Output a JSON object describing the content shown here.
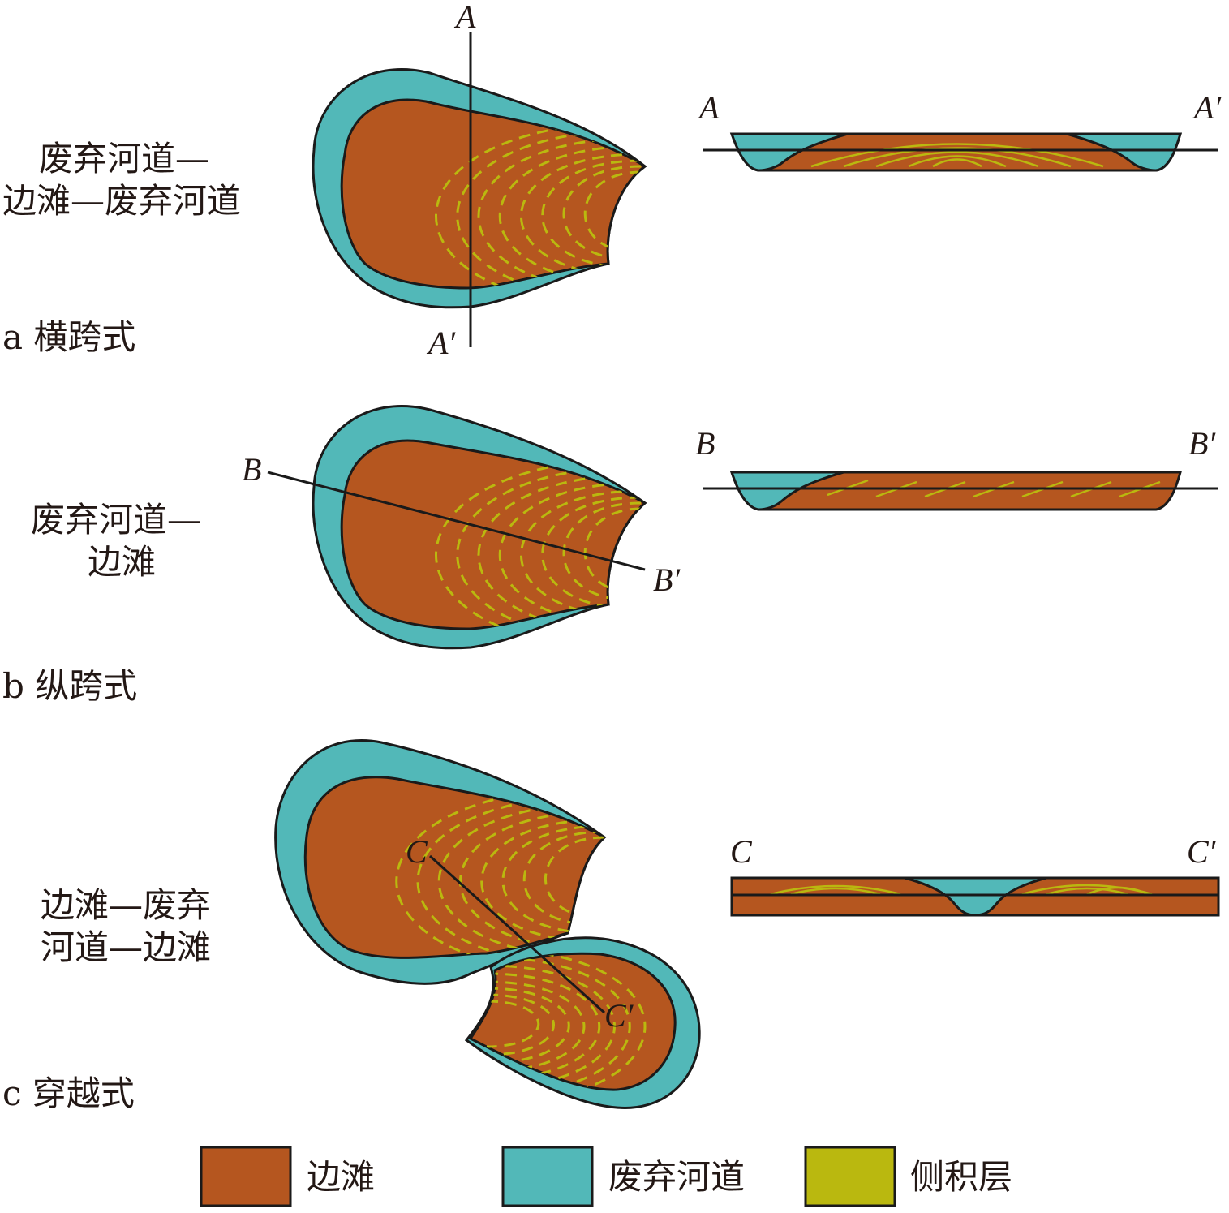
{
  "colors": {
    "bar": "#b5561f",
    "abandoned_channel": "#52b8b8",
    "lateral_accretion": "#bab80f",
    "outline": "#1a1a1a"
  },
  "panels": [
    {
      "id": "a",
      "caption": "a 横跨式",
      "description_lines": [
        "废弃河道—",
        "边滩—废弃河道"
      ],
      "plan_labels": {
        "start": "A",
        "end": "A′"
      },
      "section_labels": {
        "left": "A",
        "right": "A′"
      }
    },
    {
      "id": "b",
      "caption": "b 纵跨式",
      "description_lines": [
        "废弃河道—",
        "边滩"
      ],
      "plan_labels": {
        "start": "B",
        "end": "B′"
      },
      "section_labels": {
        "left": "B",
        "right": "B′"
      }
    },
    {
      "id": "c",
      "caption": "c 穿越式",
      "description_lines": [
        "边滩—废弃",
        "河道—边滩"
      ],
      "plan_labels": {
        "start": "C",
        "end": "C′"
      },
      "section_labels": {
        "left": "C",
        "right": "C′"
      }
    }
  ],
  "legend": [
    {
      "label": "边滩",
      "color": "#b5561f"
    },
    {
      "label": "废弃河道",
      "color": "#52b8b8"
    },
    {
      "label": "侧积层",
      "color": "#bab80f"
    }
  ]
}
